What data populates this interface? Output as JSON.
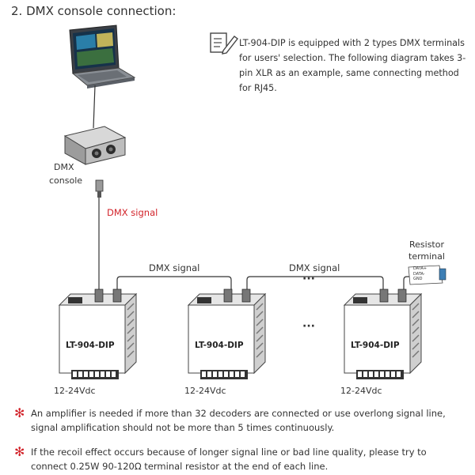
{
  "heading": "2. DMX console connection:",
  "note": {
    "icon": "note-pencil-icon",
    "text": "LT-904-DIP is equipped with 2 types DMX terminals for users' selection. The following diagram takes 3-pin XLR as an example, same connecting method for RJ45."
  },
  "console": {
    "label_line1": "DMX",
    "label_line2": "console"
  },
  "signal_labels": {
    "input": "DMX signal",
    "link1": "DMX signal",
    "link2": "DMX signal"
  },
  "resistor": {
    "label_line1": "Resistor",
    "label_line2": "terminal",
    "pins": [
      "DATA+",
      "DATA-",
      "GND"
    ]
  },
  "ellipsis": "···",
  "decoders": [
    {
      "model": "LT-904-DIP",
      "voltage": "12-24Vdc"
    },
    {
      "model": "LT-904-DIP",
      "voltage": "12-24Vdc"
    },
    {
      "model": "LT-904-DIP",
      "voltage": "12-24Vdc"
    }
  ],
  "notes": [
    {
      "icon": "asterisk-icon",
      "text": "An amplifier is needed if more than 32 decoders are connected or use overlong signal line, signal amplification should not be more than 5 times continuously."
    },
    {
      "icon": "asterisk-icon",
      "text": "If the recoil effect occurs because of longer signal line or bad line quality, please try to connect 0.25W 90-120Ω terminal resistor at the end of each line."
    }
  ],
  "colors": {
    "accent": "#d2232a",
    "text": "#333333"
  }
}
